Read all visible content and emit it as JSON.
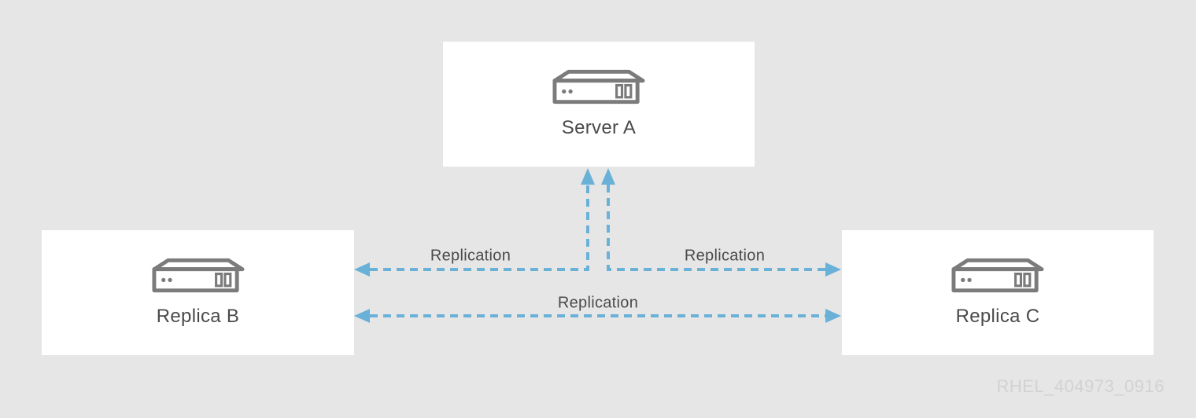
{
  "nodes": [
    {
      "id": "server-a",
      "label": "Server A",
      "icon": "server-icon"
    },
    {
      "id": "replica-b",
      "label": "Replica B",
      "icon": "server-icon"
    },
    {
      "id": "replica-c",
      "label": "Replica C",
      "icon": "server-icon"
    }
  ],
  "connections": [
    {
      "label": "Replication",
      "from": "replica-b",
      "to": "server-a",
      "style": "dashed",
      "bidirectional": true
    },
    {
      "label": "Replication",
      "from": "replica-c",
      "to": "server-a",
      "style": "dashed",
      "bidirectional": true
    },
    {
      "label": "Replication",
      "from": "replica-b",
      "to": "replica-c",
      "style": "dashed",
      "bidirectional": true
    }
  ],
  "watermark": "RHEL_404973_0916",
  "colors": {
    "background": "#e6e6e6",
    "node_background": "#ffffff",
    "arrow": "#6ab1d8",
    "label_text": "#4a4a4a",
    "icon_gray": "#7b7b7b",
    "watermark_text": "#d2d2d2"
  }
}
